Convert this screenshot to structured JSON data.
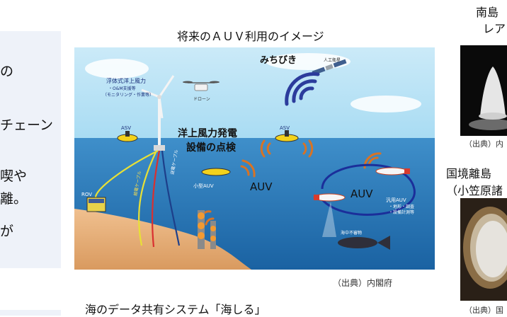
{
  "left_panel": {
    "lines": [
      "の",
      "チェーン",
      "喫や",
      "離。",
      "が"
    ]
  },
  "main": {
    "title": "将来のＡＵＶ利用のイメージ",
    "source": "（出典）内閣府",
    "bottom_title": "海のデータ共有システム「海しる」"
  },
  "illustration": {
    "michibiki": "みちびき",
    "satellite": "人工衛星",
    "wind_label": "浮体式洋上風力",
    "wind_sub1": "・O&M支援等",
    "wind_sub2": "（モニタリング・作業等）",
    "drone": "ドローン",
    "asv_left": "ASV",
    "asv_right": "ASV",
    "inspection_line1": "洋上風力発電",
    "inspection_line2": "設備の点検",
    "small_auv": "小型AUV",
    "auv_center": "AUV",
    "auv_right": "AUV",
    "rov": "ROV",
    "general_auv": "汎用AUV",
    "general_sub1": "・地形・調査",
    "general_sub2": "・設備計測等",
    "debris": "海中不審物",
    "cable1": "給電ケーブル",
    "cable2": "送電ケーブル",
    "colors": {
      "sky": "#a9dcf3",
      "sea": "#1d6fb0",
      "seabed": "#e8b27f",
      "accent": "#2c3c9c"
    }
  },
  "right_column": {
    "title1_line1": "南島",
    "title1_line2": "レア",
    "source1": "（出典）内",
    "title2_line1": "国境離島",
    "title2_line2": "（小笠原諸",
    "source2": "（出典）国"
  }
}
